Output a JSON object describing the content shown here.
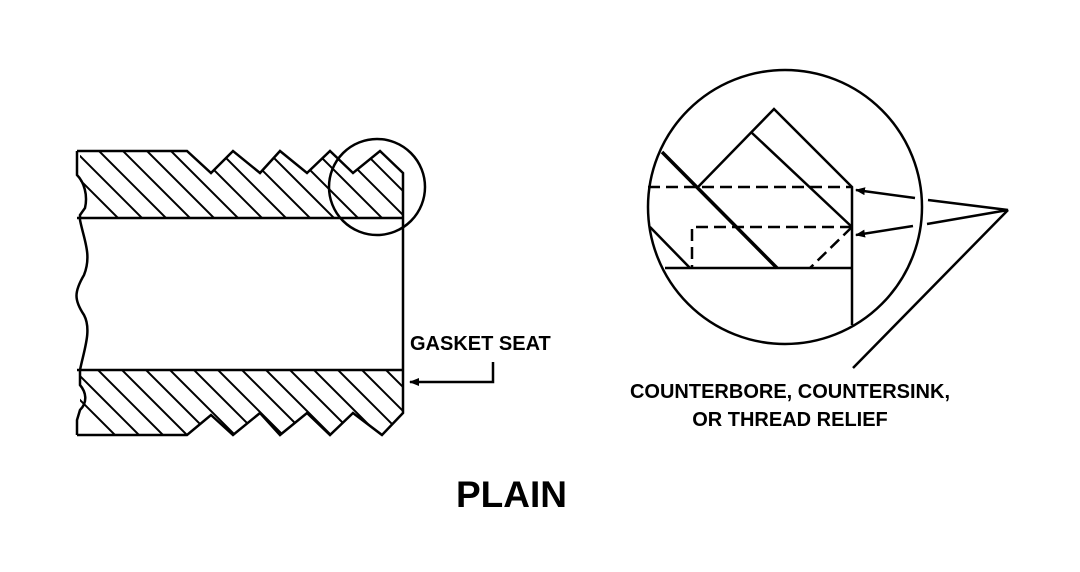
{
  "labels": {
    "gasket_seat": "GASKET SEAT",
    "relief_line1": "COUNTERBORE, COUNTERSINK,",
    "relief_line2": "OR THREAD RELIEF",
    "title": "PLAIN"
  },
  "colors": {
    "ink": "#000000",
    "background": "#ffffff"
  }
}
